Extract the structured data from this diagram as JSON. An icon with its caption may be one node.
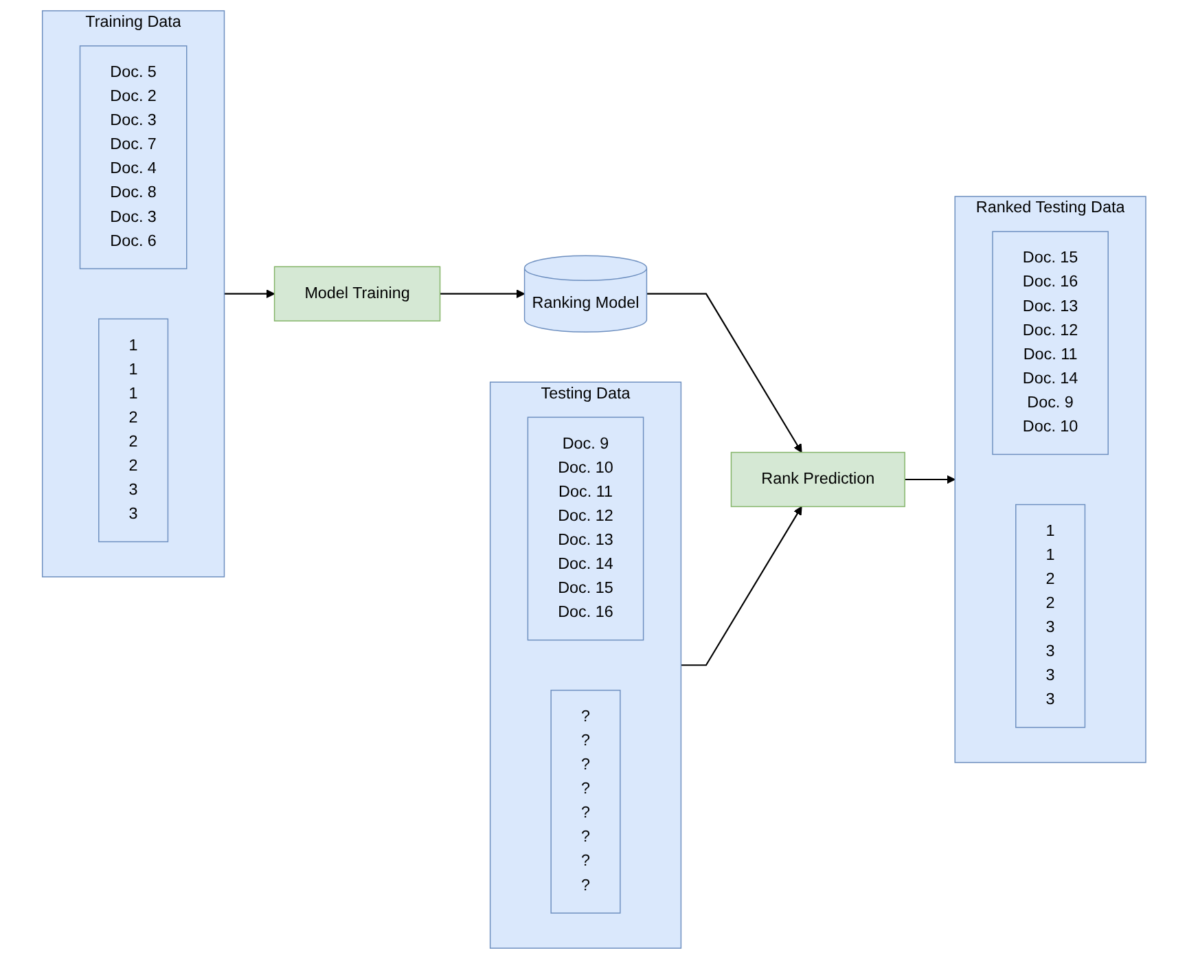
{
  "diagram": {
    "nodes": [
      {
        "text": [
          "Training Data"
        ]
      },
      {
        "text": [
          "Doc. 5",
          "Doc. 2",
          "Doc. 3",
          "Doc. 7",
          "Doc. 4",
          "Doc. 8",
          "Doc. 3",
          "Doc. 6"
        ],
        "in": 0
      },
      {
        "text": [
          "1",
          "1",
          "1",
          "2",
          "2",
          "2",
          "3",
          "3"
        ],
        "in": 0
      },
      {
        "text": [
          "Model Training"
        ]
      },
      {
        "text": [
          "Ranking Model"
        ]
      },
      {
        "text": [
          "Testing Data"
        ]
      },
      {
        "text": [
          "Doc. 9",
          "Doc. 10",
          "Doc. 11",
          "Doc. 12",
          "Doc. 13",
          "Doc. 14",
          "Doc. 15",
          "Doc. 16"
        ],
        "in": 5
      },
      {
        "text": [
          "?",
          "?",
          "?",
          "?",
          "?",
          "?",
          "?",
          "?"
        ],
        "in": 5
      },
      {
        "text": [
          "Rank Prediction"
        ]
      },
      {
        "text": [
          "Ranked Testing Data"
        ]
      },
      {
        "text": [
          "Doc. 15",
          "Doc. 16",
          "Doc. 13",
          "Doc. 12",
          "Doc. 11",
          "Doc. 14",
          "Doc. 9",
          "Doc. 10"
        ],
        "in": 9
      },
      {
        "text": [
          "1",
          "1",
          "2",
          "2",
          "3",
          "3",
          "3",
          "3"
        ],
        "in": 9
      }
    ],
    "edges": [
      {
        "from": 0,
        "to": 3,
        "arrow": "to"
      },
      {
        "from": 3,
        "to": 4,
        "arrow": "to"
      },
      {
        "from": 4,
        "to": 8,
        "arrow": "to"
      },
      {
        "from": 5,
        "to": 8,
        "arrow": "to"
      },
      {
        "from": 8,
        "to": 9,
        "arrow": "to"
      }
    ]
  }
}
